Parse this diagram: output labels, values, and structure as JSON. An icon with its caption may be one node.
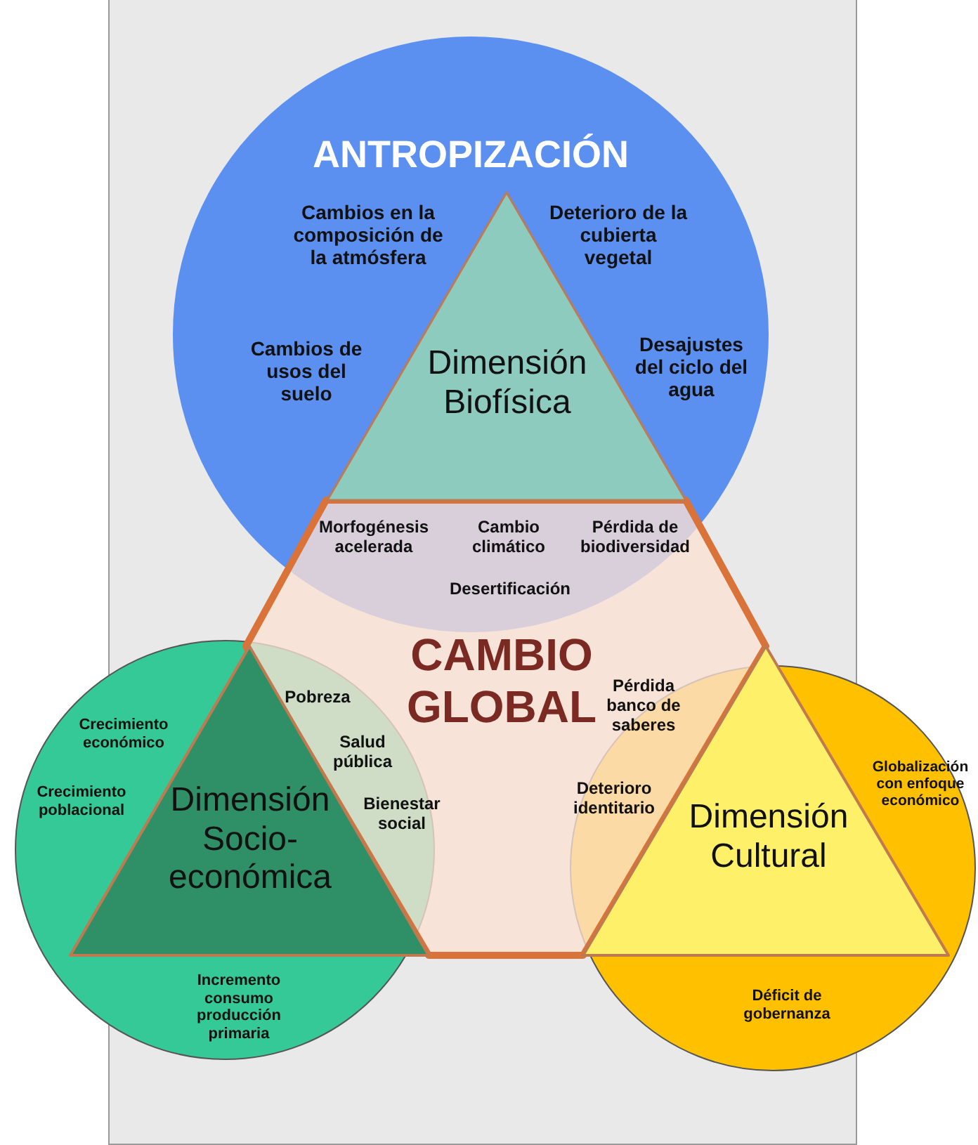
{
  "diagram": {
    "nodes": [
      {
        "text": [
          "ANTROPIZACIÓN",
          "Cambios en la composición de la atmósfera",
          "Deterioro de la cubierta vegetal",
          "Cambios de usos del suelo",
          "Desajustes del ciclo del agua"
        ]
      },
      {
        "text": [
          "Dimensión Biofísica"
        ],
        "in": 0
      },
      {
        "text": [
          "CAMBIO GLOBAL"
        ]
      },
      {
        "text": [
          "Crecimiento económico",
          "Crecimiento poblacional",
          "Incremento consumo producción primaria"
        ]
      },
      {
        "text": [
          "Dimensión Socio-económica"
        ],
        "in": 3
      },
      {
        "text": [
          "Globalización con enfoque económico",
          "Déficit de gobernanza"
        ]
      },
      {
        "text": [
          "Dimensión Cultural"
        ],
        "in": 5
      }
    ],
    "edges": [],
    "labels": [
      "Morfogénesis acelerada",
      "Cambio climático",
      "Pérdida de biodiversidad",
      "Desertificación",
      "Pobreza",
      "Salud pública",
      "Bienestar social",
      "Pérdida banco de saberes",
      "Deterioro identitario"
    ]
  }
}
